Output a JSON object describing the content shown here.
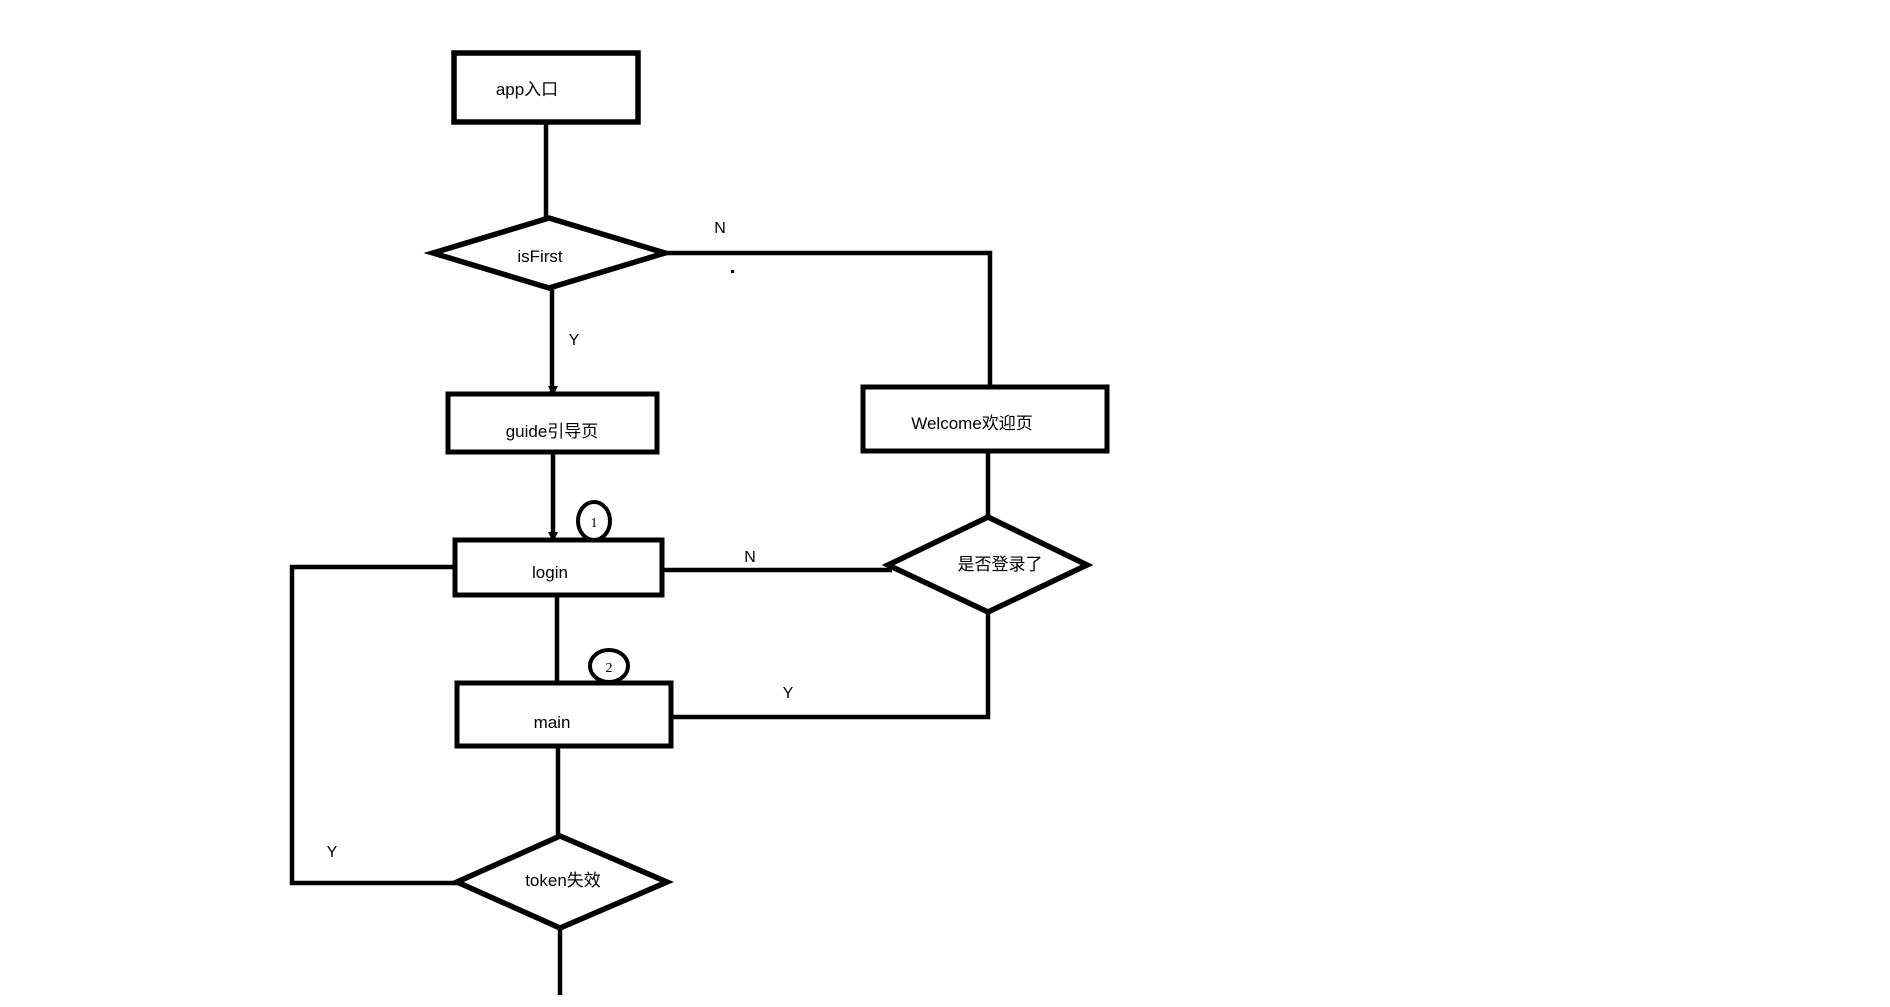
{
  "page": {
    "background_color": "#ffffff",
    "stroke_color": "#000000"
  },
  "flowchart": {
    "nodes": {
      "app_entry": {
        "type": "process",
        "label": "app入口"
      },
      "is_first": {
        "type": "decision",
        "label": "isFirst"
      },
      "guide": {
        "type": "process",
        "label": "guide引导页"
      },
      "welcome": {
        "type": "process",
        "label": "Welcome欢迎页"
      },
      "login": {
        "type": "process",
        "label": "login"
      },
      "is_logged_in": {
        "type": "decision",
        "label": "是否登录了"
      },
      "main": {
        "type": "process",
        "label": "main"
      },
      "token_invalid": {
        "type": "decision",
        "label": "token失效"
      }
    },
    "edge_labels": {
      "is_first_no": "N",
      "is_first_yes": "Y",
      "is_logged_in_no": "N",
      "is_logged_in_yes": "Y",
      "token_invalid_yes": "Y"
    },
    "badges": {
      "login_step": "1",
      "main_step": "2"
    }
  }
}
